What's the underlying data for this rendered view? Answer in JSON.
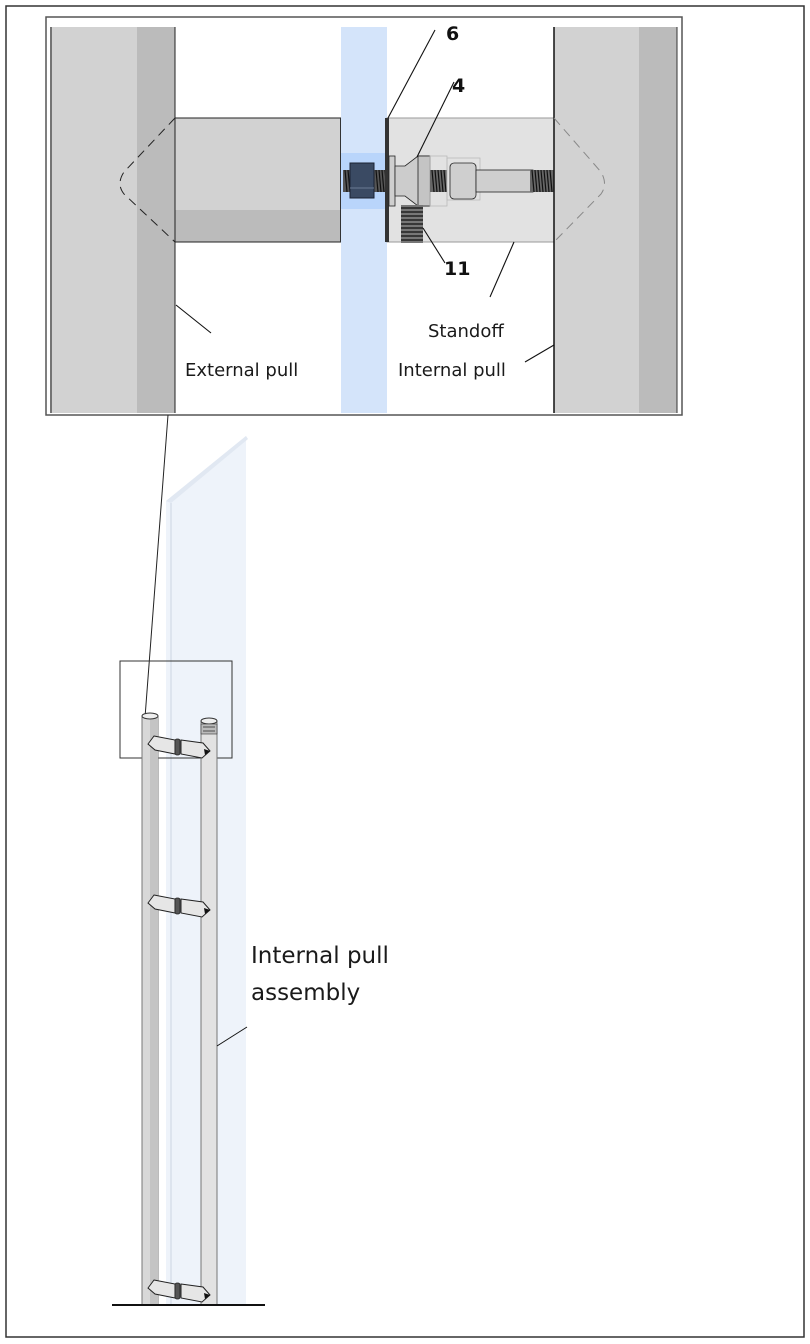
{
  "figure": {
    "title": "Internal pull assembly installation detail",
    "colors": {
      "page_border": "#555555",
      "pull_light": "#d2d2d2",
      "pull_dark": "#bbbbbb",
      "standoff": "#e2e2e2",
      "glass": "#d4e4fa",
      "glass_highlight": "#b9d5fb",
      "glass_panel": "#eef3fa",
      "nut": "#3a4a63",
      "outline": "#1a1a1a"
    }
  },
  "detail_view": {
    "callouts": {
      "item_6": "6",
      "item_4": "4",
      "item_11": "11"
    },
    "labels": {
      "standoff": "Standoff",
      "external_pull": "External pull",
      "internal_pull": "Internal pull"
    }
  },
  "assembly_view": {
    "label_line1": "Internal pull",
    "label_line2": "assembly",
    "connector_count": 3
  }
}
